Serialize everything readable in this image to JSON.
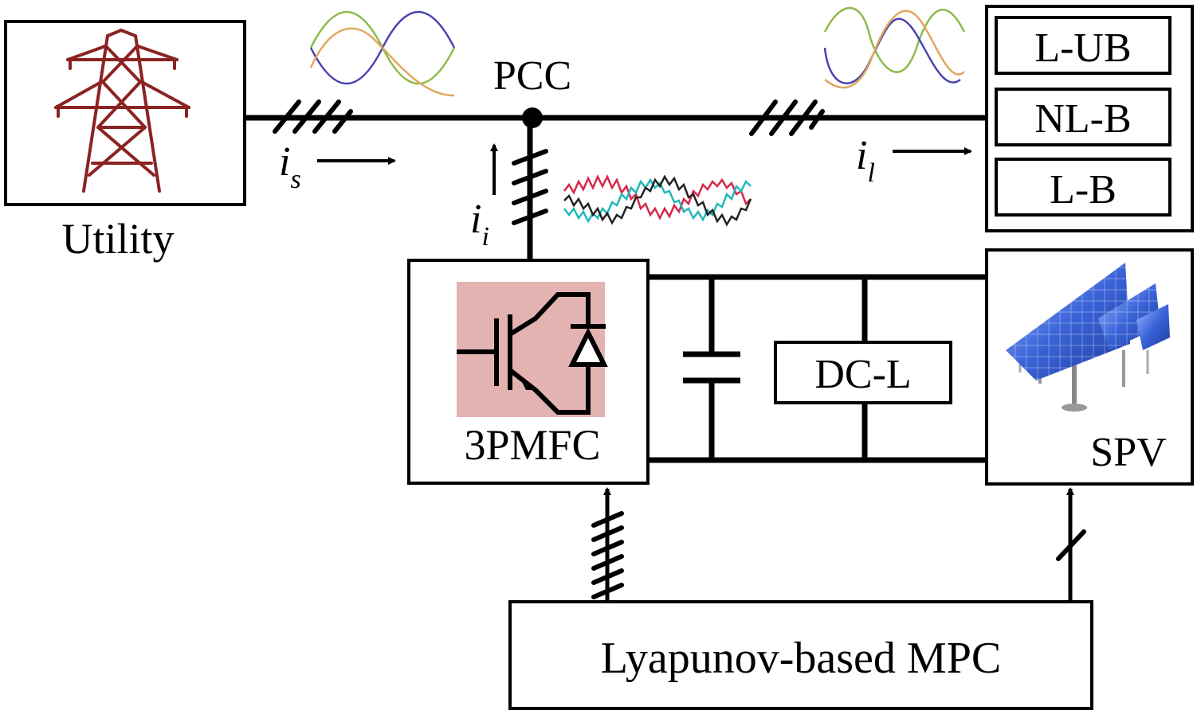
{
  "labels": {
    "utility": "Utility",
    "pcc": "PCC",
    "current_source": "i",
    "current_source_sub": "s",
    "current_load": "i",
    "current_load_sub": "l",
    "current_inverter": "i",
    "current_inverter_sub": "i",
    "converter": "3PMFC",
    "dc_link": "DC-L",
    "pv": "SPV",
    "controller": "Lyapunov-based MPC",
    "loads": [
      "L-UB",
      "NL-B",
      "L-B"
    ]
  },
  "colors": {
    "tower": "#8b2323",
    "switch_bg": "#e3b3b1",
    "wave_green": "#8dba4a",
    "wave_blue": "#4a44b0",
    "wave_orange": "#e0a860",
    "wave_red": "#d8284a",
    "wave_cyan": "#22b8b8",
    "wave_black": "#222222",
    "panel_blue": "#3a63d8"
  },
  "icons": {
    "utility": "transmission-tower-icon",
    "switch": "igbt-diode-icon",
    "pv": "solar-panel-icon"
  }
}
